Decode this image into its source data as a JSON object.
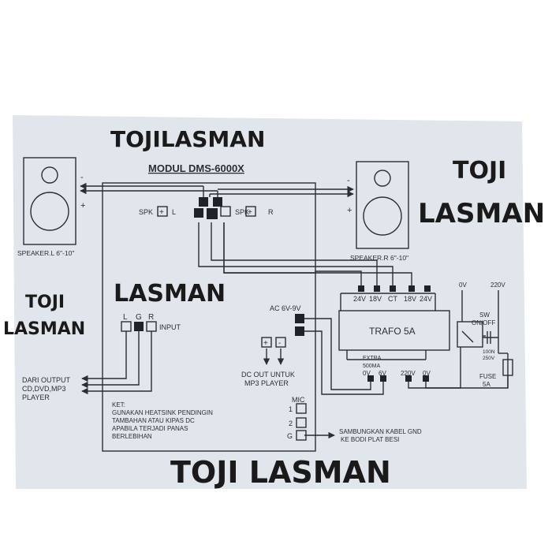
{
  "colors": {
    "paper": "#e1e5ec",
    "background": "#ffffff",
    "ink": "#2b2f35",
    "watermark": "#1a1a1a"
  },
  "watermarks": {
    "top": "TOJILASMAN",
    "right_line1": "TOJI",
    "right_line2": "LASMAN",
    "center": "LASMAN",
    "left_line1": "TOJI",
    "left_line2": "LASMAN",
    "bottom": "TOJI LASMAN"
  },
  "module": {
    "title": "MODUL DMS-6000X"
  },
  "speaker_left": {
    "label": "SPEAKER.L 6\"-10\"",
    "minus": "-",
    "plus": "+"
  },
  "speaker_right": {
    "label": "SPEAKER.R 6\"-10\"",
    "minus": "-",
    "plus": "+"
  },
  "spk_left": {
    "text": "SPK",
    "sign": "+",
    "ch": "L"
  },
  "spk_right": {
    "text": "SPK",
    "sign": "+",
    "ch": "R"
  },
  "input": {
    "l": "L",
    "g": "G",
    "r": "R",
    "label": "INPUT"
  },
  "dari_output": {
    "line1": "DARI OUTPUT",
    "line2": "CD,DVD,MP3",
    "line3": "PLAYER"
  },
  "ac": {
    "label": "AC  6V-9V"
  },
  "dcout": {
    "plus": "+",
    "minus": "-",
    "line1": "DC OUT UNTUK",
    "line2": "MP3 PLAYER"
  },
  "trafo": {
    "label": "TRAFO 5A",
    "taps": [
      "24V",
      "18V",
      "CT",
      "18V",
      "24V"
    ],
    "extra_line1": "EXTRA",
    "extra_line2": "500MA",
    "ext_0v": "0V",
    "ext_6v": "6V",
    "prim_220": "220V",
    "prim_0": "0V"
  },
  "power": {
    "zero": "0V",
    "v220": "220V",
    "sw1": "SW",
    "sw2": "ON/OFF",
    "cap1": "100N",
    "cap2": "250V",
    "fuse1": "FUSE",
    "fuse2": "5A"
  },
  "mic": {
    "title": "MIC",
    "p1": "1",
    "p2": "2",
    "pg": "G"
  },
  "gnd": {
    "line1": "SAMBUNGKAN KABEL GND",
    "line2": "KE BODI PLAT BESI"
  },
  "note": {
    "line1": "KET:",
    "line2": "GUNAKAN HEATSINK PENDINGIN",
    "line3": "TAMBAHAN ATAU KIPAS DC",
    "line4": "APABILA TERJADI PANAS",
    "line5": "BERLEBIHAN"
  }
}
